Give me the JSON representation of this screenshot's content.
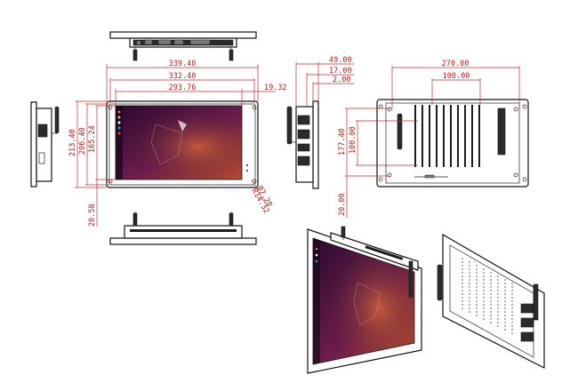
{
  "dimensions": {
    "front_width_overall": "339.40",
    "front_width_bezel": "332.40",
    "front_width_active": "293.76",
    "front_offset": "19.32",
    "front_height_overall": "213.40",
    "front_height_bezel": "206.40",
    "front_height_active": "165.24",
    "front_bottom_margin": "20.58",
    "hole_diameter": "Ø7.20",
    "corner_radius": "R14.32",
    "side_depth_overall": "49.00",
    "side_depth_mid": "17.00",
    "side_depth_small": "2.00",
    "rear_hole_pitch_outer": "270.00",
    "rear_hole_pitch_inner": "100.00",
    "rear_height_outer": "177.40",
    "rear_height_inner": "100.00",
    "rear_bottom_margin": "20.00"
  },
  "colors": {
    "dimension": "#cc2a2a",
    "screen_dark": "#2a0a2e",
    "screen_mid": "#7a1f52",
    "screen_accent": "#d9602a"
  }
}
